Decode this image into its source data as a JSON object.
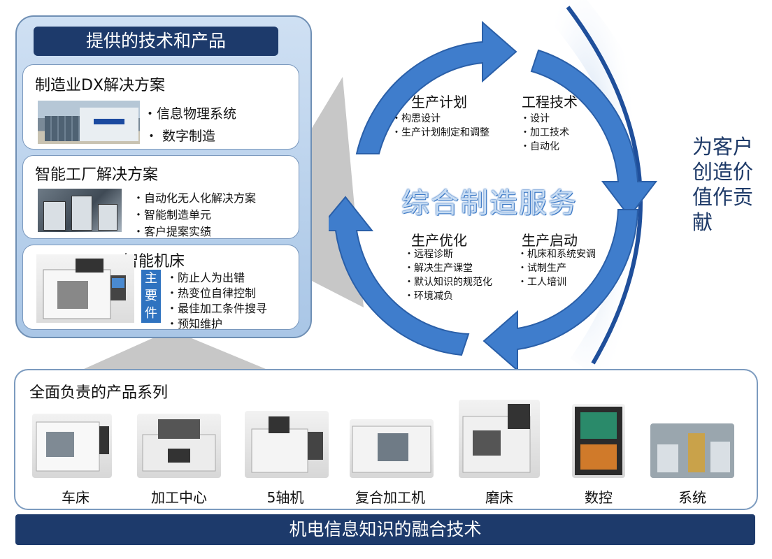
{
  "left": {
    "title": "提供的技术和产品",
    "dx": {
      "title": "制造业DX解决方案",
      "items": [
        "信息物理系统",
        "数字制造"
      ]
    },
    "factory": {
      "title": "智能工厂解决方案",
      "items": [
        "自动化无人化解决方案",
        "智能制造单元",
        "客户提案实绩"
      ]
    },
    "machine": {
      "title": "智能机床",
      "tag": [
        "主",
        "要",
        "件"
      ],
      "items": [
        "防止人为出错",
        "热变位自律控制",
        "最佳加工条件搜寻",
        "预知维护"
      ]
    }
  },
  "cycle": {
    "center": "综合制造服务",
    "plan": {
      "title": "生产计划",
      "items": [
        "构思设计",
        "生产计划制定和调整"
      ]
    },
    "eng": {
      "title": "工程技术",
      "items": [
        "设计",
        "加工技术",
        "自动化"
      ]
    },
    "opt": {
      "title": "生产优化",
      "items": [
        "远程诊断",
        "解决生产课堂",
        "默认知识的规范化",
        "环境减负"
      ]
    },
    "start": {
      "title": "生产启动",
      "items": [
        "机床和系统安调",
        "试制生产",
        "工人培训"
      ]
    }
  },
  "right_text": "为客户创造价值作贡献",
  "bottom": {
    "title": "全面负责的产品系列",
    "products": [
      "车床",
      "加工中心",
      "5轴机",
      "复合加工机",
      "磨床",
      "数控",
      "系统"
    ]
  },
  "footer": "机电信息知识的融合技术",
  "colors": {
    "navy": "#1d3a6b",
    "arrow": "#3f7dcc",
    "panel": "#b9d1ec"
  }
}
